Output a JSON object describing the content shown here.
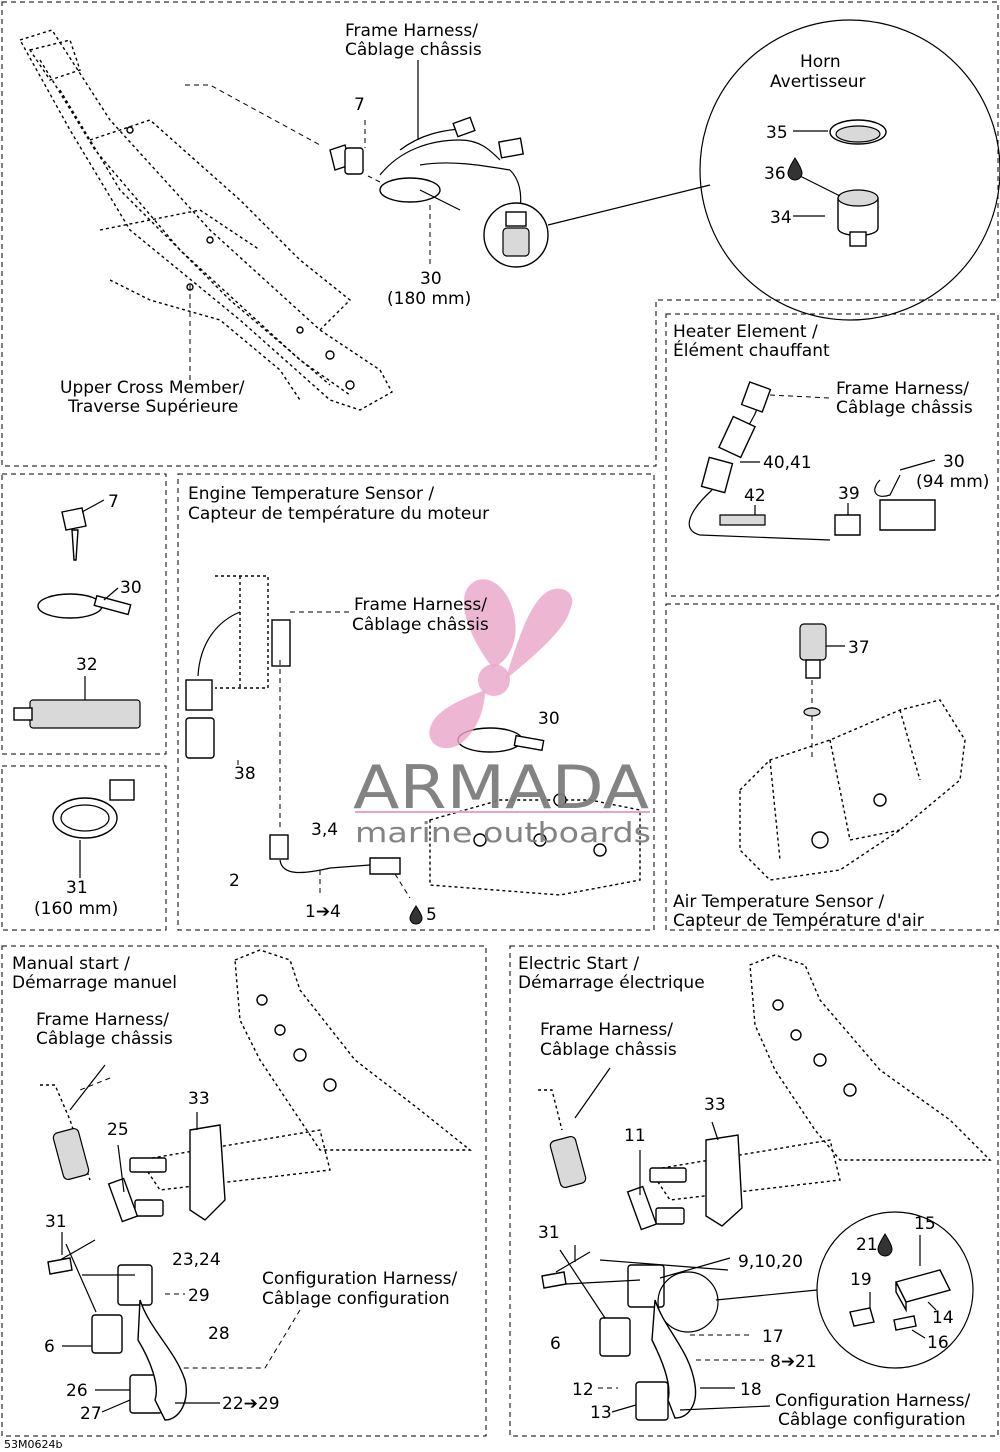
{
  "sections": {
    "top": {
      "frame_harness_en": "Frame Harness/",
      "frame_harness_fr": "Câblage châssis",
      "num_7": "7",
      "num_30": "30",
      "len_30": "(180 mm)",
      "cross_member_en": "Upper Cross Member/",
      "cross_member_fr": "Traverse Supérieure"
    },
    "horn": {
      "title_en": "Horn",
      "title_fr": "Avertisseur",
      "num_35": "35",
      "num_36": "36",
      "num_34": "34"
    },
    "heater": {
      "title_en": "Heater Element /",
      "title_fr": "Élément chauffant",
      "frame_harness_en": "Frame Harness/",
      "frame_harness_fr": "Câblage châssis",
      "num_40_41": "40,41",
      "num_30": "30",
      "len_30": "(94 mm)",
      "num_42": "42",
      "num_39": "39"
    },
    "parts": {
      "num_7": "7",
      "num_30": "30",
      "num_32": "32"
    },
    "clamp": {
      "num_31": "31",
      "len_31": "(160 mm)"
    },
    "engine_temp": {
      "title_en": "Engine Temperature Sensor /",
      "title_fr": "Capteur de température du moteur",
      "frame_harness_en": "Frame Harness/",
      "frame_harness_fr": "Câblage châssis",
      "num_30": "30",
      "num_38": "38",
      "num_3_4": "3,4",
      "num_2": "2",
      "range_1_4": "1➔4",
      "num_5": "5"
    },
    "air_temp": {
      "num_37": "37",
      "title_en": "Air Temperature Sensor /",
      "title_fr": "Capteur de Température d'air"
    },
    "manual_start": {
      "title_en": "Manual start /",
      "title_fr": "Démarrage manuel",
      "frame_harness_en": "Frame Harness/",
      "frame_harness_fr": "Câblage châssis",
      "num_33": "33",
      "num_25": "25",
      "num_31": "31",
      "num_23_24": "23,24",
      "num_29": "29",
      "num_28": "28",
      "config_en": "Configuration Harness/",
      "config_fr": "Câblage configuration",
      "num_6": "6",
      "num_26": "26",
      "num_27": "27",
      "range_22_29": "22➔29"
    },
    "electric_start": {
      "title_en": "Electric Start /",
      "title_fr": "Démarrage électrique",
      "frame_harness_en": "Frame Harness/",
      "frame_harness_fr": "Câblage châssis",
      "num_33": "33",
      "num_11": "11",
      "num_31": "31",
      "num_9_10_20": "9,10,20",
      "num_21": "21",
      "num_15": "15",
      "num_19": "19",
      "num_14": "14",
      "num_16": "16",
      "num_6": "6",
      "num_17": "17",
      "range_8_21": "8➔21",
      "num_12": "12",
      "num_18": "18",
      "num_13": "13",
      "config_en": "Configuration Harness/",
      "config_fr": "Câblage configuration"
    }
  },
  "watermark": {
    "brand": "ARMADA",
    "tagline": "marine outboards",
    "logo_color": "#e9a6c8",
    "line_color": "#e7a0c4"
  },
  "figure_code": "53M0624b",
  "icons": {
    "drop": "oil-drop-icon"
  }
}
